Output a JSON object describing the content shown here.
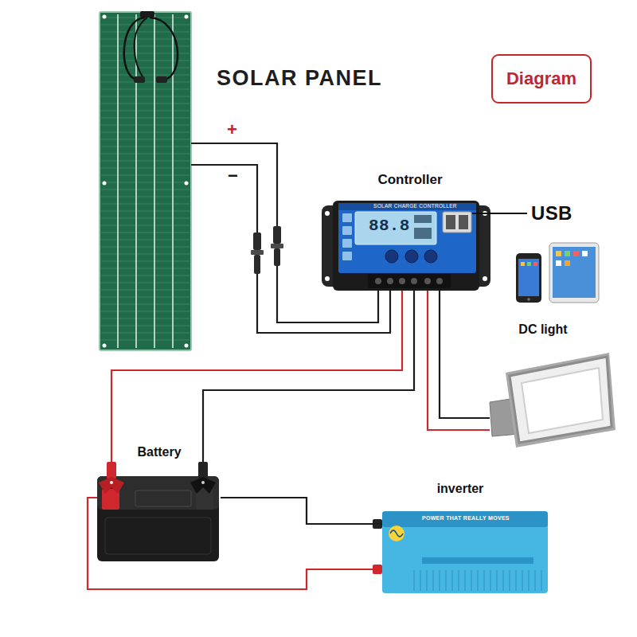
{
  "diagram": {
    "nodes": [
      {
        "text": [
          "SOLAR PANEL"
        ]
      },
      {
        "text": [
          "Diagram"
        ]
      },
      {
        "text": [
          "Controller"
        ]
      },
      {
        "text": [
          "DC light"
        ]
      },
      {
        "text": [
          "Battery"
        ]
      },
      {
        "text": [
          "inverter"
        ]
      }
    ],
    "edges": [
      {
        "from": 0,
        "to": 2,
        "arrow": "none",
        "label": "+"
      },
      {
        "from": 0,
        "to": 2,
        "arrow": "none",
        "label": "−"
      },
      {
        "from": 2,
        "to": 4,
        "arrow": "none"
      },
      {
        "from": 2,
        "to": 4,
        "arrow": "none"
      },
      {
        "from": 2,
        "to": 3,
        "arrow": "none"
      },
      {
        "from": 2,
        "to": 3,
        "arrow": "none"
      },
      {
        "from": 4,
        "to": 5,
        "arrow": "none"
      },
      {
        "from": 4,
        "to": 5,
        "arrow": "none"
      }
    ],
    "labels": [
      "USB",
      "SOLAR CHARGE CONTROLLER",
      "88.8",
      "POWER THAT REALLY MOVES"
    ]
  }
}
